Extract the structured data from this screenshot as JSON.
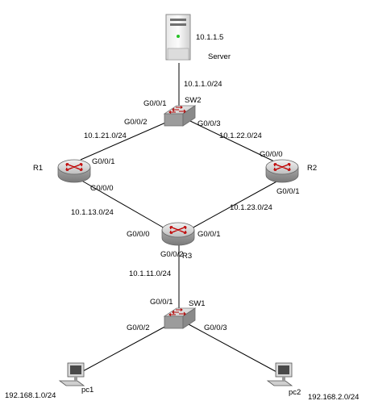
{
  "devices": {
    "server": {
      "ip": "10.1.1.5",
      "name": "Server"
    },
    "sw2": {
      "name": "SW2"
    },
    "sw1": {
      "name": "SW1"
    },
    "r1": {
      "name": "R1"
    },
    "r2": {
      "name": "R2"
    },
    "r3": {
      "name": "R3"
    },
    "pc1": {
      "name": "pc1",
      "network": "192.168.1.0/24"
    },
    "pc2": {
      "name": "pc2",
      "network": "192.168.2.0/24"
    }
  },
  "links": {
    "server_sw2": {
      "network": "10.1.1.0/24",
      "sw2_port": "G0/0/1"
    },
    "sw2_r1": {
      "network": "10.1.21.0/24",
      "sw2_port": "G0/0/2",
      "r1_port": "G0/0/1"
    },
    "sw2_r2": {
      "network": "10.1.22.0/24",
      "sw2_port": "G0/0/3",
      "r2_port": "G0/0/0"
    },
    "r1_r3": {
      "network": "10.1.13.0/24",
      "r1_port": "G0/0/0",
      "r3_port": "G0/0/0"
    },
    "r2_r3": {
      "network": "10.1.23.0/24",
      "r2_port": "G0/0/1",
      "r3_port": "G0/0/1"
    },
    "r3_sw1": {
      "network": "10.1.11.0/24",
      "r3_port": "G0/0/2",
      "sw1_port": "G0/0/1"
    },
    "sw1_pc1": {
      "sw1_port": "G0/0/2"
    },
    "sw1_pc2": {
      "sw1_port": "G0/0/3"
    }
  }
}
